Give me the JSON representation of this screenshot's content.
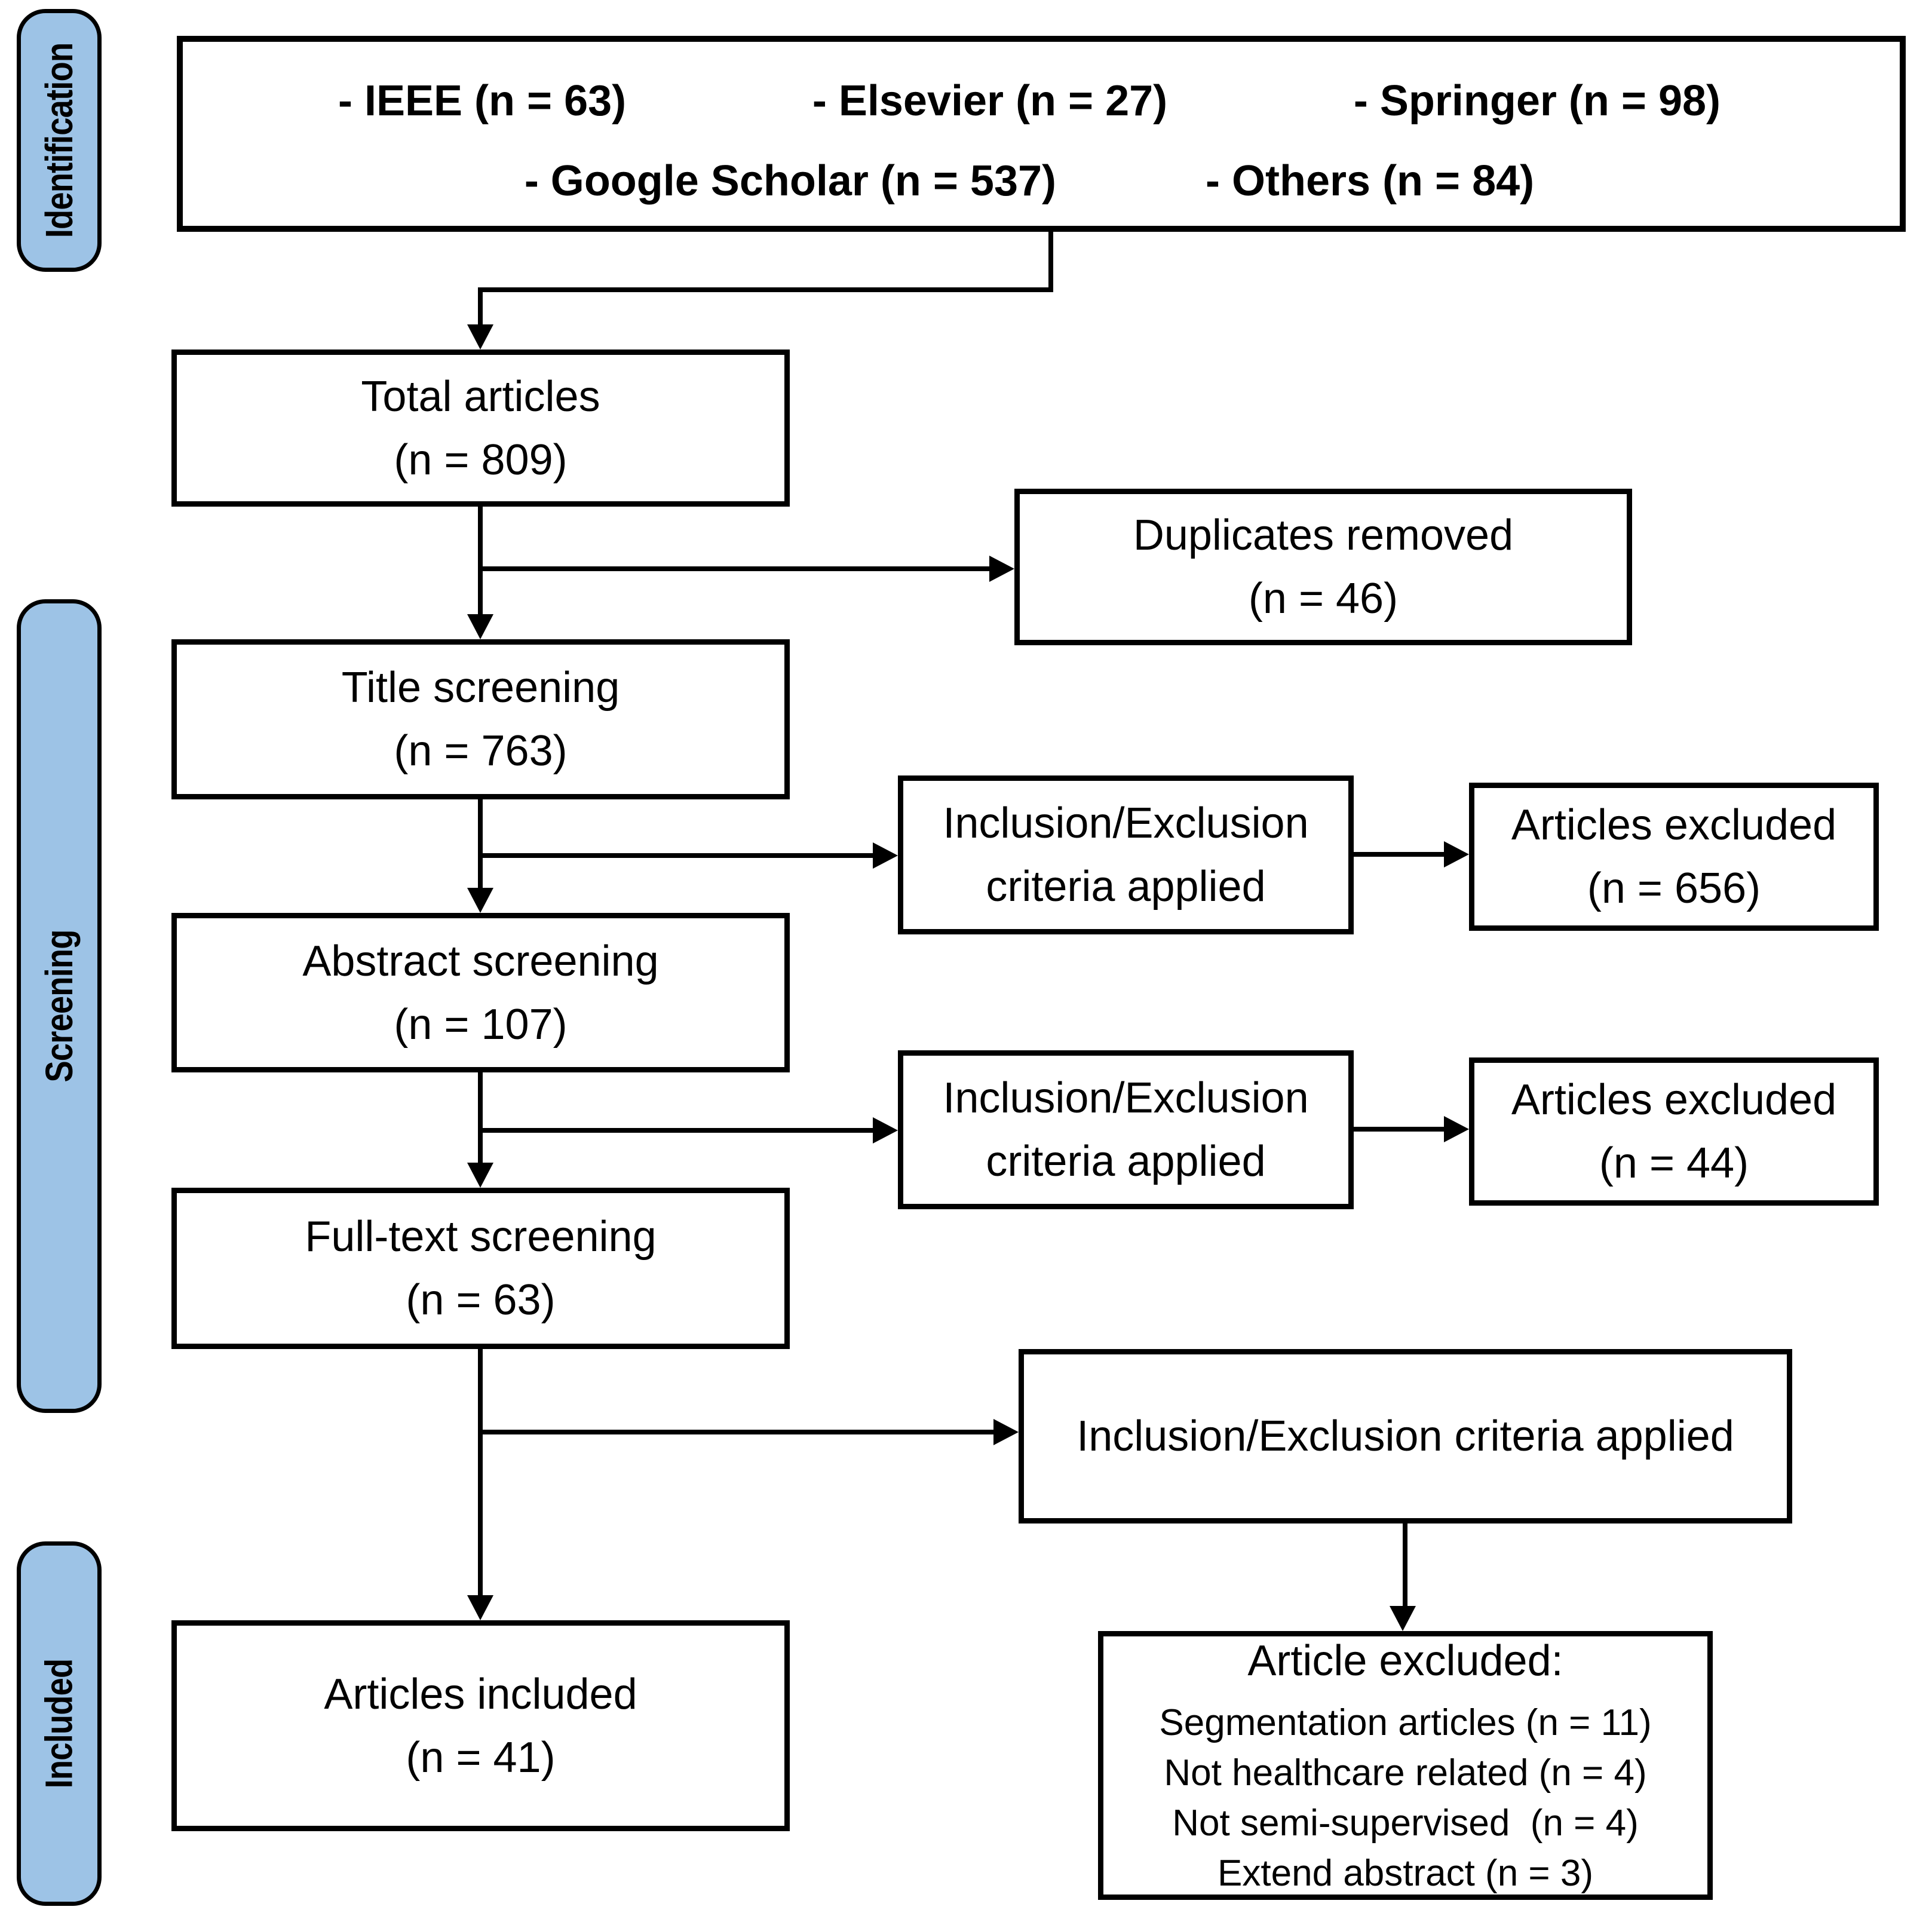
{
  "colors": {
    "band_fill": "#9DC3E6",
    "line": "#000000"
  },
  "bands": {
    "identification": "Identification",
    "screening": "Screening",
    "included": "Included"
  },
  "sources": {
    "row1": [
      "- IEEE (n = 63)",
      "- Elsevier (n = 27)",
      "- Springer (n = 98)"
    ],
    "row2": [
      "- Google Scholar (n = 537)",
      "- Others (n = 84)"
    ]
  },
  "nodes": {
    "total": {
      "line1": "Total articles",
      "line2": "(n = 809)"
    },
    "duplicates": {
      "line1": "Duplicates removed",
      "line2": "(n = 46)"
    },
    "title_screening": {
      "line1": "Title screening",
      "line2": "(n = 763)"
    },
    "incl_excl_title": {
      "line1": "Inclusion/Exclusion",
      "line2": "criteria applied"
    },
    "excluded_title": {
      "line1": "Articles excluded",
      "line2": "(n = 656)"
    },
    "abstract_screening": {
      "line1": "Abstract screening",
      "line2": "(n = 107)"
    },
    "incl_excl_abstract": {
      "line1": "Inclusion/Exclusion",
      "line2": "criteria applied"
    },
    "excluded_abstract": {
      "line1": "Articles excluded",
      "line2": "(n = 44)"
    },
    "fulltext_screening": {
      "line1": "Full-text screening",
      "line2": "(n = 63)"
    },
    "incl_excl_fulltext": {
      "label": "Inclusion/Exclusion criteria applied"
    },
    "included": {
      "line1": "Articles included",
      "line2": "(n = 41)"
    },
    "article_excluded": {
      "heading": "Article excluded:",
      "items": [
        "Segmentation articles (n = 11)",
        "Not healthcare related (n = 4)",
        "Not semi-supervised  (n = 4)",
        "Extend abstract (n = 3)"
      ]
    }
  }
}
